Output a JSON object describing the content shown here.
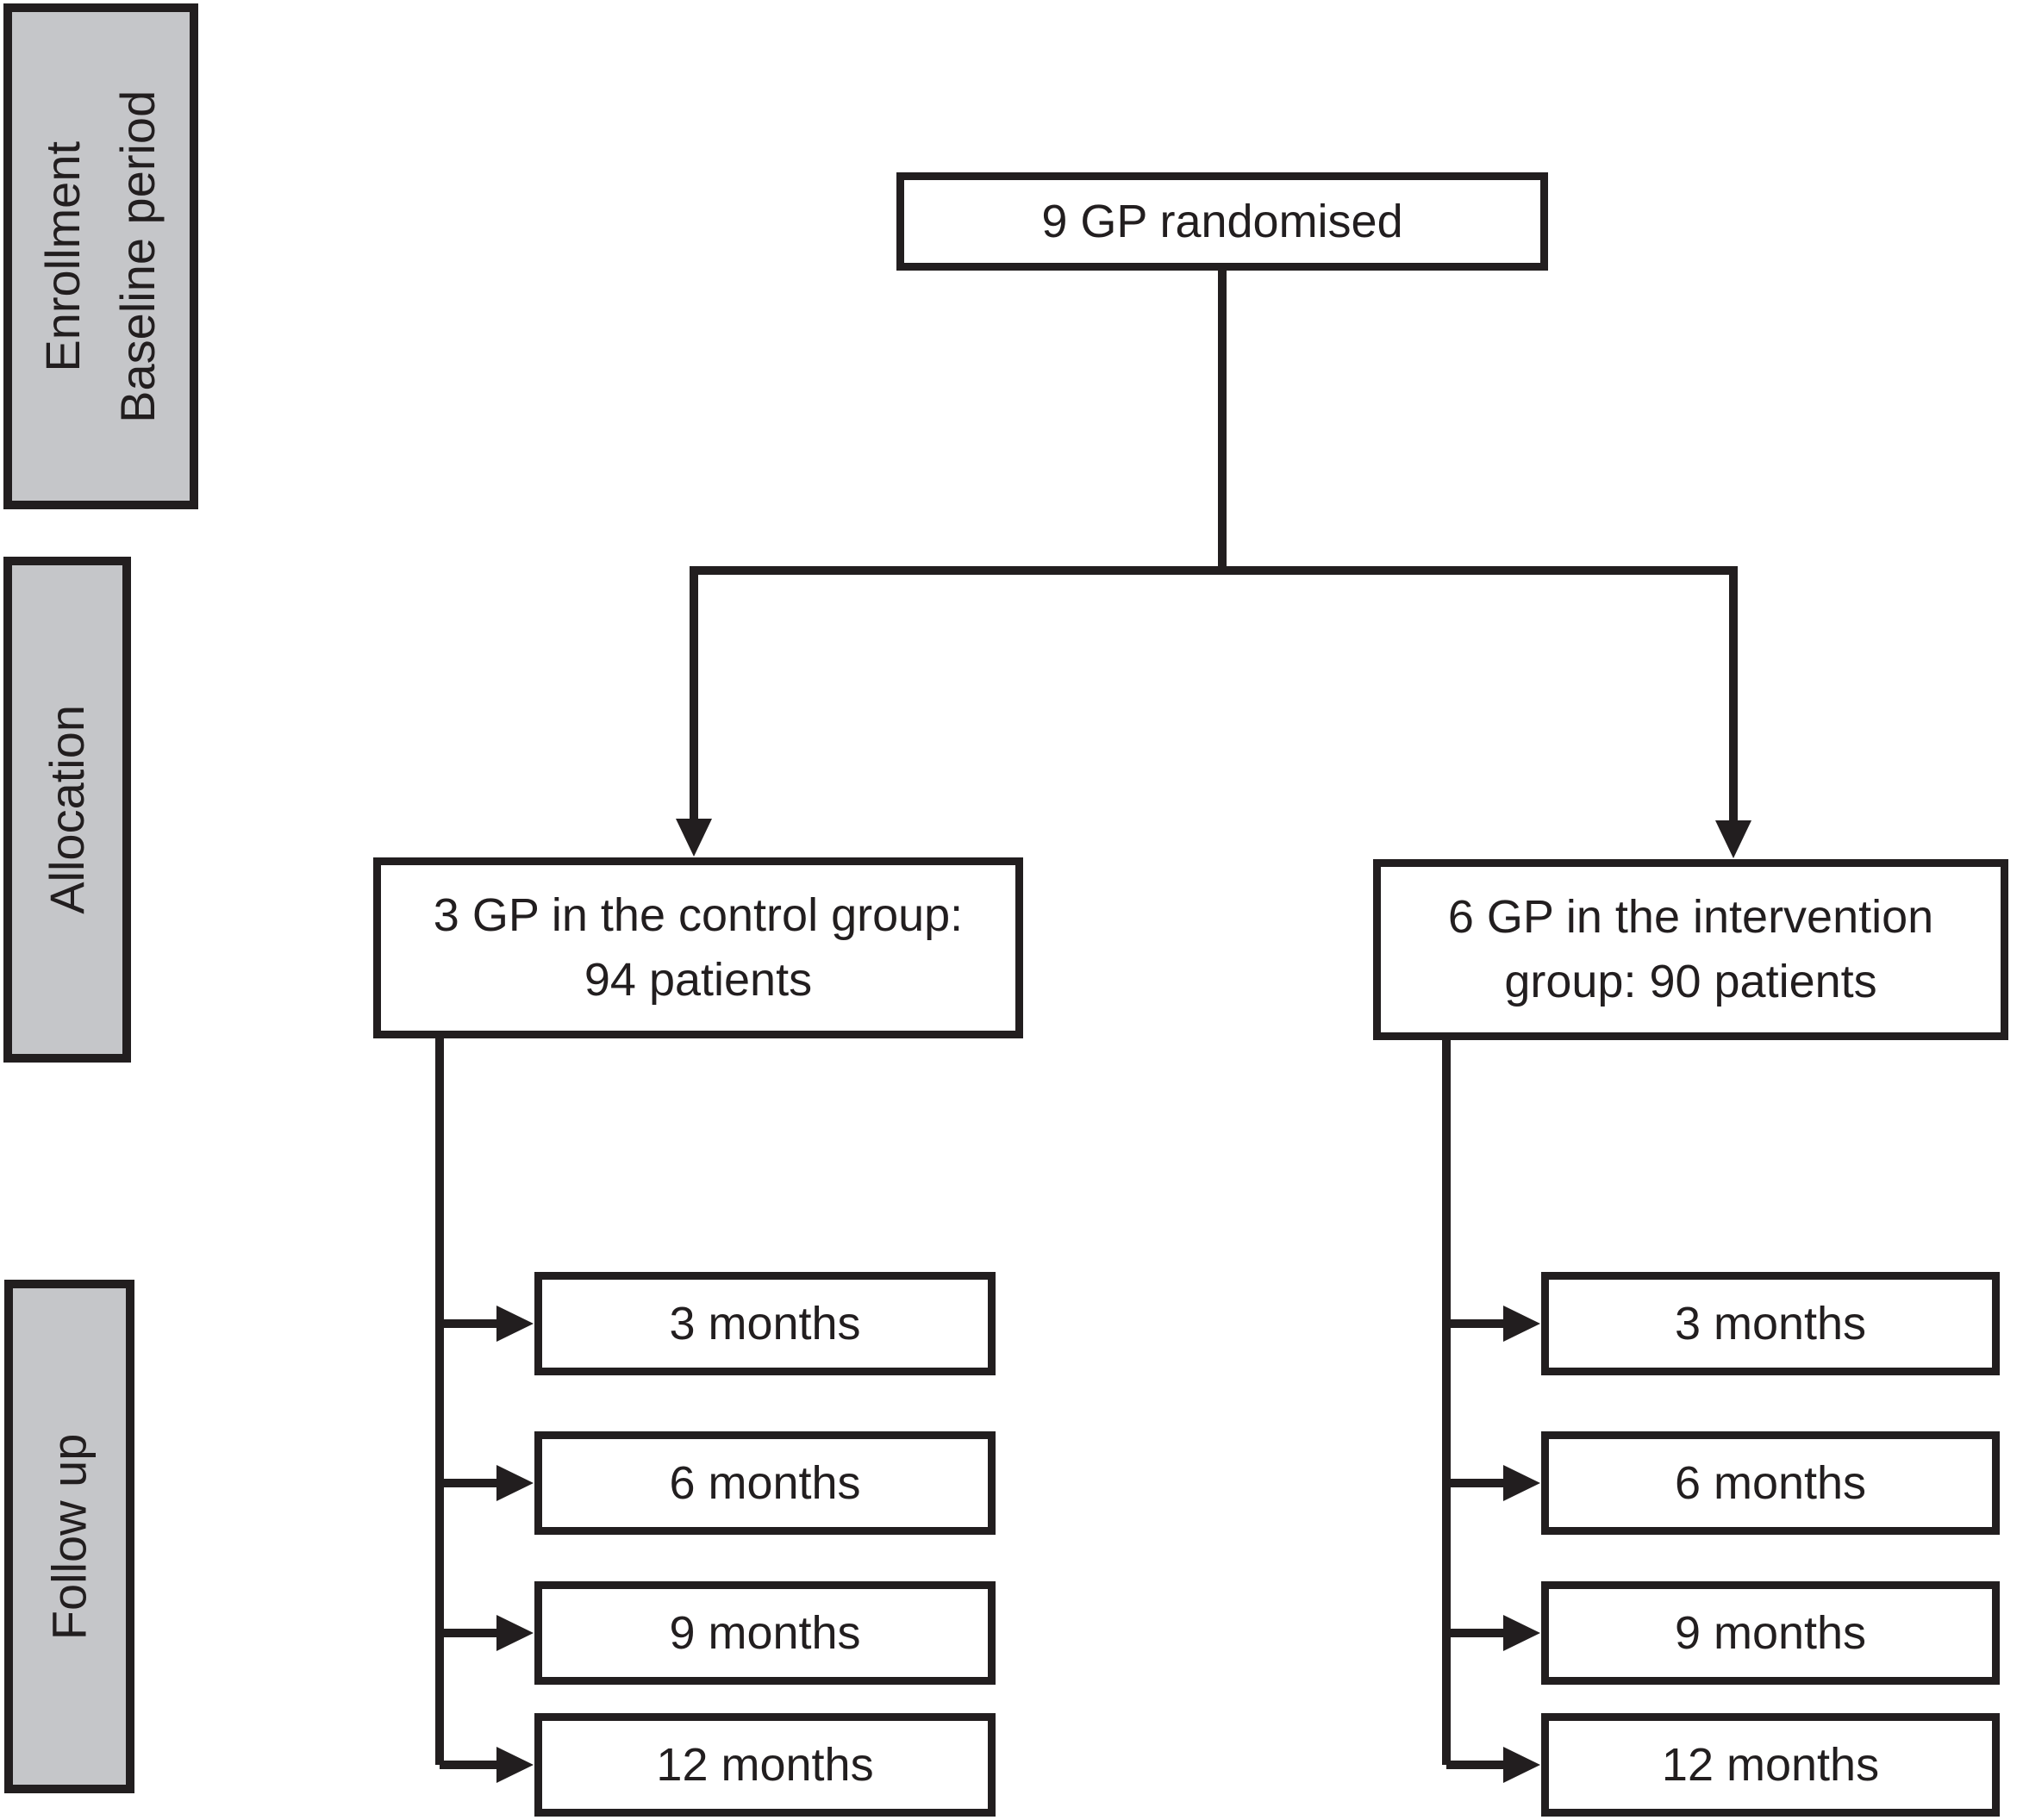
{
  "diagram": {
    "stages": {
      "enrollment_line1": "Enrollment",
      "enrollment_line2": "Baseline period",
      "allocation": "Allocation",
      "followup": "Follow up"
    },
    "nodes": {
      "randomised": "9 GP randomised",
      "control_line1": "3 GP in the control group:",
      "control_line2": "94 patients",
      "intervention_line1": "6 GP in the intervention",
      "intervention_line2": "group: 90 patients"
    },
    "followup_left": [
      "3 months",
      "6 months",
      "9 months",
      "12 months"
    ],
    "followup_right": [
      "3 months",
      "6 months",
      "9 months",
      "12 months"
    ],
    "colors": {
      "stage_fill": "#c5c6c9",
      "node_fill": "#ffffff",
      "ink": "#221e1f"
    }
  }
}
